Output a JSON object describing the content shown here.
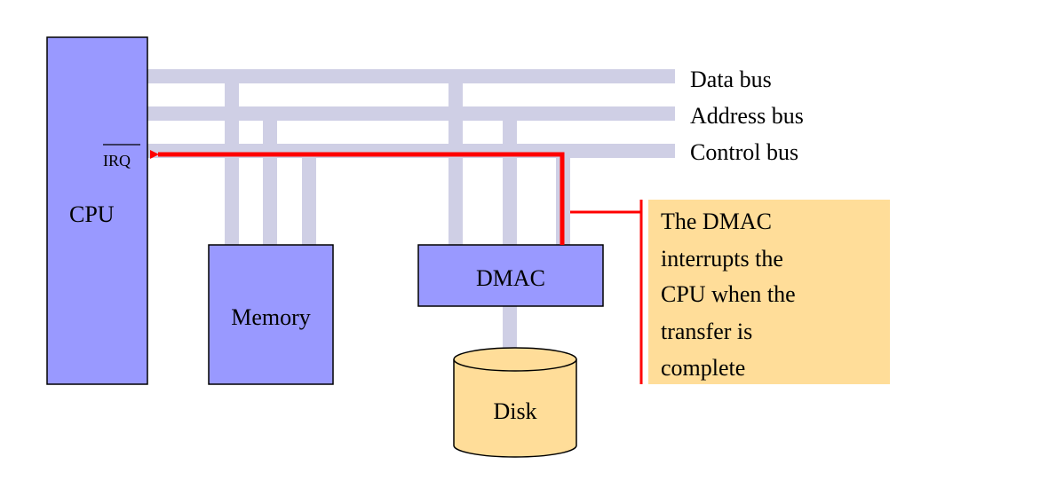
{
  "buses": {
    "data": "Data bus",
    "address": "Address bus",
    "control": "Control bus"
  },
  "components": {
    "cpu": "CPU",
    "irq": "IRQ",
    "memory": "Memory",
    "dmac": "DMAC",
    "disk": "Disk"
  },
  "note": {
    "lines": [
      "The DMAC",
      "interrupts the",
      "CPU when the",
      "transfer is",
      "complete"
    ]
  },
  "colors": {
    "bus": "#cfcfe5",
    "component": "#9999ff",
    "disk": "#ffdd99",
    "note_background": "#ffdd99",
    "interrupt_signal": "#ff0000"
  }
}
